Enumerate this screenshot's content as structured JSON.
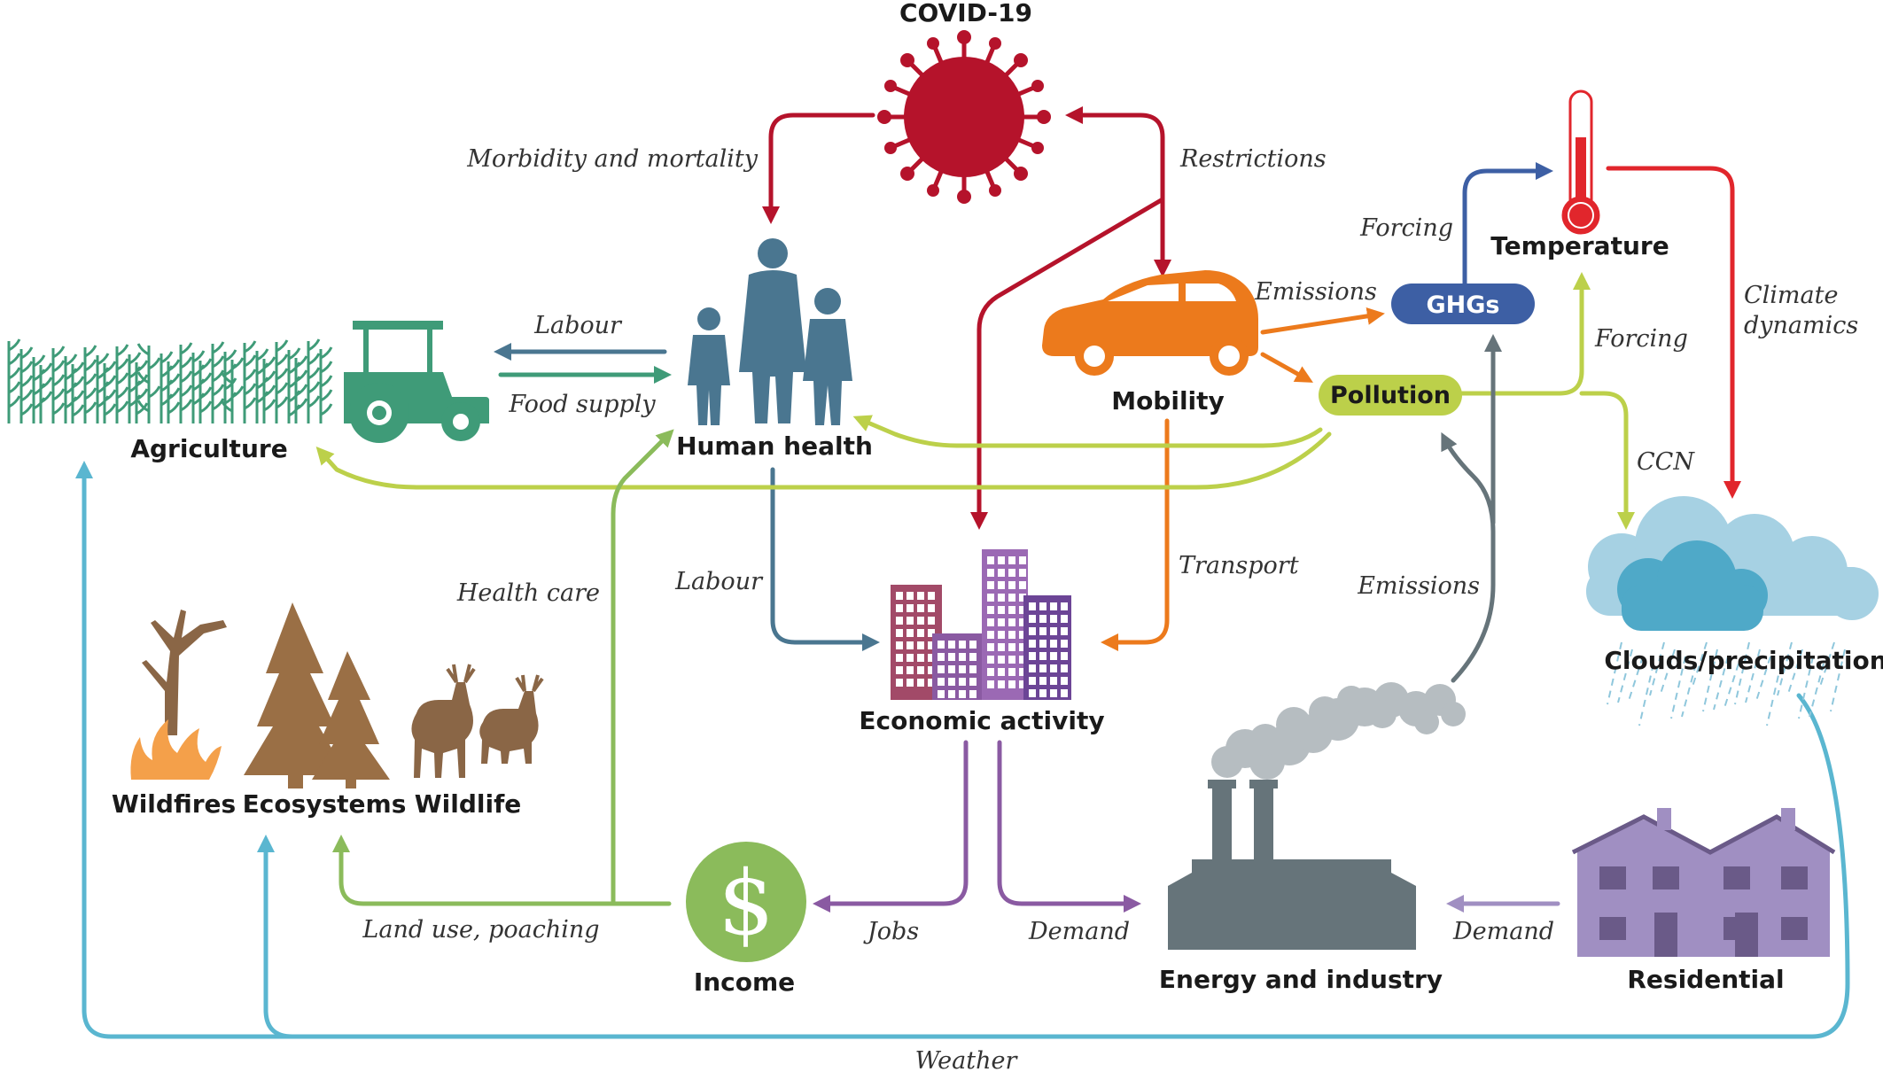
{
  "nodes": {
    "covid": "COVID-19",
    "human_health": "Human health",
    "agriculture": "Agriculture",
    "mobility": "Mobility",
    "ghgs": "GHGs",
    "pollution": "Pollution",
    "temperature": "Temperature",
    "clouds": "Clouds/precipitation",
    "economic_activity": "Economic activity",
    "wildfires": "Wildfires",
    "ecosystems": "Ecosystems",
    "wildlife": "Wildlife",
    "income": "Income",
    "energy_industry": "Energy and industry",
    "residential": "Residential"
  },
  "edges": {
    "morbidity": "Morbidity and mortality",
    "restrictions": "Restrictions",
    "labour_top": "Labour",
    "food_supply": "Food supply",
    "emissions_car": "Emissions",
    "forcing_ghg": "Forcing",
    "forcing_pollution": "Forcing",
    "climate_dynamics_1": "Climate",
    "climate_dynamics_2": "dynamics",
    "ccn": "CCN",
    "transport": "Transport",
    "labour_econ": "Labour",
    "health_care": "Health care",
    "emissions_industry": "Emissions",
    "jobs": "Jobs",
    "demand_econ": "Demand",
    "demand_res": "Demand",
    "land_use": "Land use, poaching",
    "weather": "Weather"
  },
  "colors": {
    "covid_red": "#b5132b",
    "labour_blue": "#4a7690",
    "agri_green": "#3f9b78",
    "car_orange": "#ec7a1c",
    "ghg_blue": "#3d5fa4",
    "pollution_lime": "#bcd04a",
    "temp_red": "#e1262c",
    "cloud_blue": "#7fbcd6",
    "econ_purple": "#8a5aa2",
    "income_green": "#8bbb5b",
    "industry_gray": "#66747a",
    "res_lavender": "#a08fc2",
    "weather_cyan": "#5ab6d0",
    "eco_brown": "#9a6f45"
  }
}
